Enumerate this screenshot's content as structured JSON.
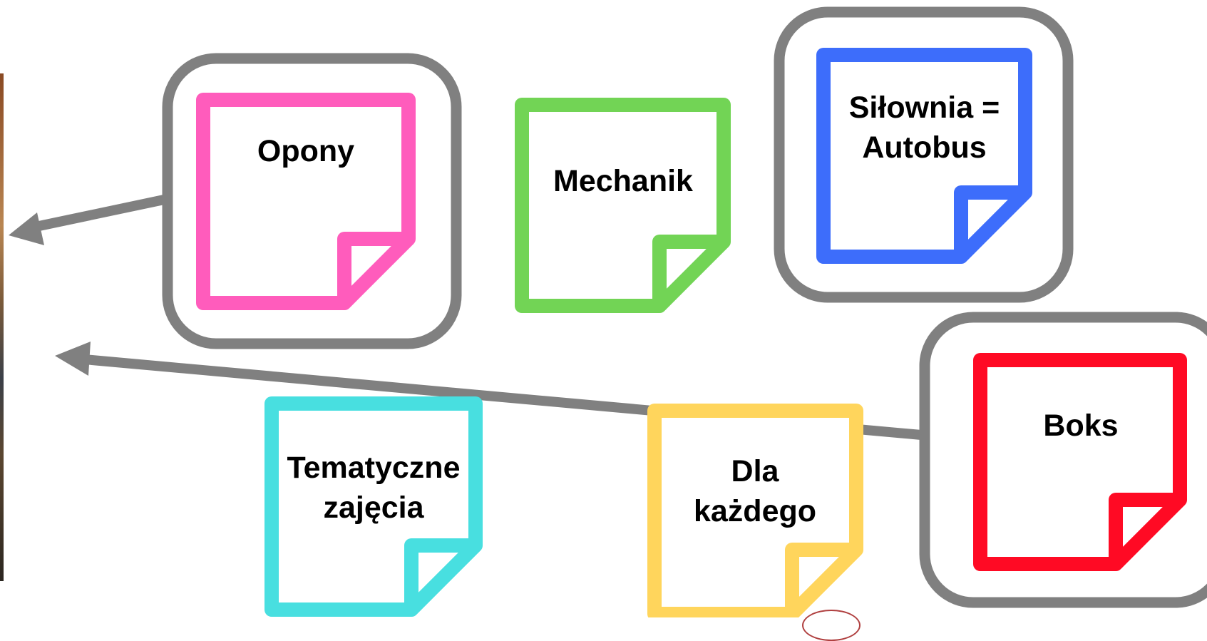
{
  "colors": {
    "frame": "#808080",
    "pink": "#ff5cbc",
    "green": "#72d455",
    "blue": "#3d6dfb",
    "red": "#ff0a24",
    "cyan": "#48dfe0",
    "yellow": "#ffd55c"
  },
  "notes": {
    "opony": {
      "lines": [
        "Opony"
      ]
    },
    "mechanik": {
      "lines": [
        "Mechanik"
      ]
    },
    "silownia": {
      "lines": [
        "Siłownia =",
        "Autobus"
      ]
    },
    "boks": {
      "lines": [
        "Boks"
      ]
    },
    "tematyczne": {
      "lines": [
        "Tematyczne",
        "zajęcia"
      ]
    },
    "dla_kazdego": {
      "lines": [
        "Dla",
        "każdego"
      ]
    }
  },
  "highlighted": [
    "opony",
    "silownia",
    "boks"
  ],
  "arrows": [
    {
      "from": "opony",
      "to": "left-photo"
    },
    {
      "from": "boks",
      "to": "left-photo"
    }
  ]
}
